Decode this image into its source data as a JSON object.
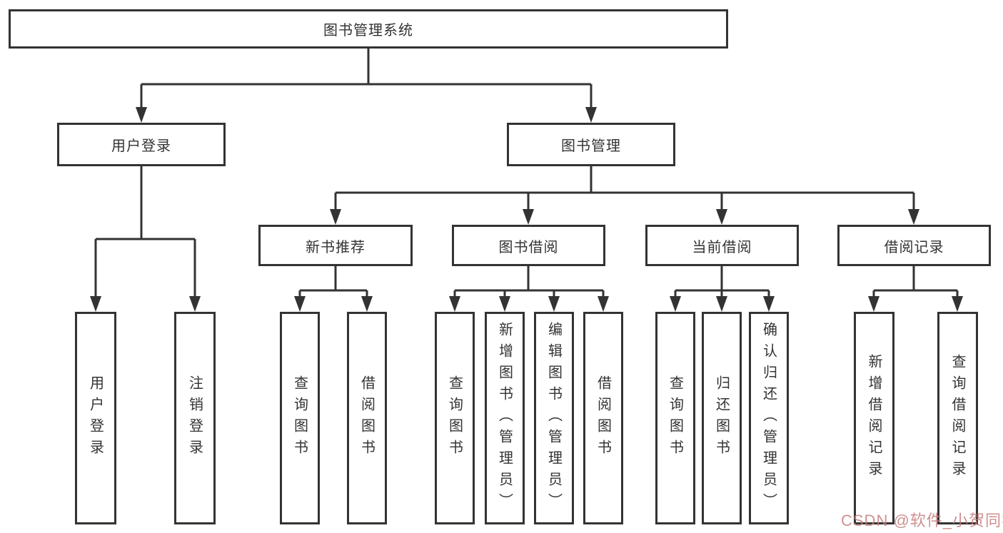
{
  "diagram": {
    "title": "图书管理系统",
    "children": [
      {
        "label": "用户登录",
        "children": [
          {
            "label": "用户登录"
          },
          {
            "label": "注销登录"
          }
        ]
      },
      {
        "label": "图书管理",
        "children": [
          {
            "label": "新书推荐",
            "children": [
              {
                "label": "查询图书"
              },
              {
                "label": "借阅图书"
              }
            ]
          },
          {
            "label": "图书借阅",
            "children": [
              {
                "label": "查询图书"
              },
              {
                "label": "新增图书（管理员）"
              },
              {
                "label": "编辑图书（管理员）"
              },
              {
                "label": "借阅图书"
              }
            ]
          },
          {
            "label": "当前借阅",
            "children": [
              {
                "label": "查询图书"
              },
              {
                "label": "归还图书"
              },
              {
                "label": "确认归还（管理员）"
              }
            ]
          },
          {
            "label": "借阅记录",
            "children": [
              {
                "label": "新增借阅记录"
              },
              {
                "label": "查询借阅记录"
              }
            ]
          }
        ]
      }
    ]
  },
  "colors": {
    "box_border": "#333333",
    "connector": "#333333",
    "text": "#333333",
    "watermark": "#c57d7c",
    "background": "#ffffff"
  },
  "watermark": {
    "text": "CSDN @软件_小贺同学"
  }
}
